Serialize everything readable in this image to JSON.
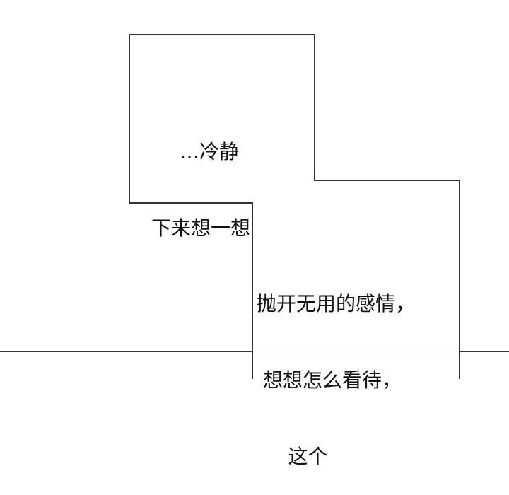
{
  "panels": {
    "bubble_1": {
      "lines": [
        "…冷静",
        "下来想一想"
      ]
    },
    "bubble_2": {
      "lines": [
        "抛开无用的感情，",
        " 想想怎么看待，",
        "     这个"
      ]
    }
  },
  "colors": {
    "background": "#ffffff",
    "border": "#333333",
    "text": "#111111"
  }
}
